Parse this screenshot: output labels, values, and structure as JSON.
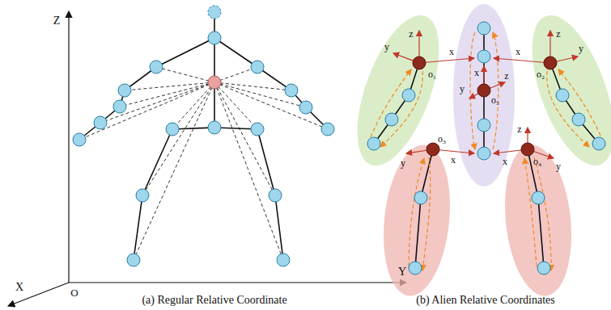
{
  "diagram": {
    "labels": [
      "Z",
      "Y",
      "O",
      "X",
      "(a) Regular Relative Coordinate",
      "(b) Alien Relative Coordinates",
      "z",
      "y",
      "x",
      "o₁",
      "x",
      "y",
      "z",
      "o₅",
      "x",
      "x",
      "z",
      "y",
      "o₂",
      "y",
      "o₃",
      "z",
      "y",
      "o₄",
      "x"
    ]
  }
}
